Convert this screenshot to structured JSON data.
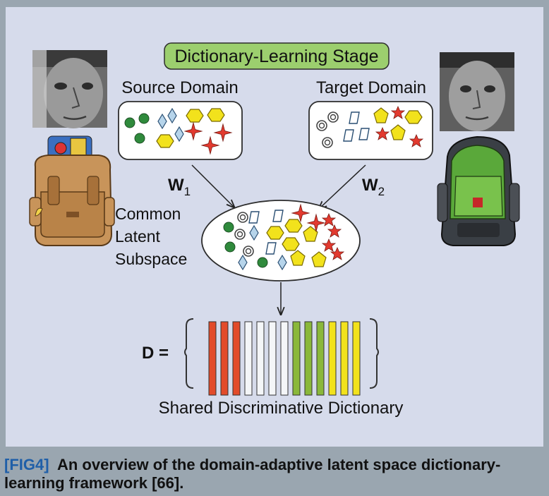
{
  "figure": {
    "stage_label": "Dictionary-Learning Stage",
    "source_label": "Source Domain",
    "target_label": "Target Domain",
    "w1_main": "W",
    "w1_sub": "1",
    "w2_main": "W",
    "w2_sub": "2",
    "subspace_line1": "Common",
    "subspace_line2": "Latent",
    "subspace_line3": "Subspace",
    "d_label": "D =",
    "dictionary_label": "Shared Discriminative Dictionary"
  },
  "caption": {
    "tag": "[FIG4]",
    "text": "An overview of the domain-adaptive latent space dictionary-learning framework [66]."
  },
  "colors": {
    "panel": "#d6dbeb",
    "frame": "#9aa6b0",
    "stage_box": "#9ccf6e",
    "circle": "#2f8a3c",
    "diamond": "#b6d4ea",
    "hexagon": "#f2e21c",
    "star": "#e23a2f",
    "bar_red": "#e24b2a",
    "bar_white": "#f4f6f8",
    "bar_green": "#8ab83a",
    "bar_yellow": "#f2e21c",
    "caption_tag": "#1f5fa8"
  },
  "icons": [
    "face-photo-source",
    "backpack-source",
    "face-photo-target",
    "backpack-target"
  ],
  "dictionary_columns": [
    "red",
    "red",
    "red",
    "white",
    "white",
    "white",
    "white",
    "green",
    "green",
    "green",
    "yellow",
    "yellow",
    "yellow"
  ]
}
